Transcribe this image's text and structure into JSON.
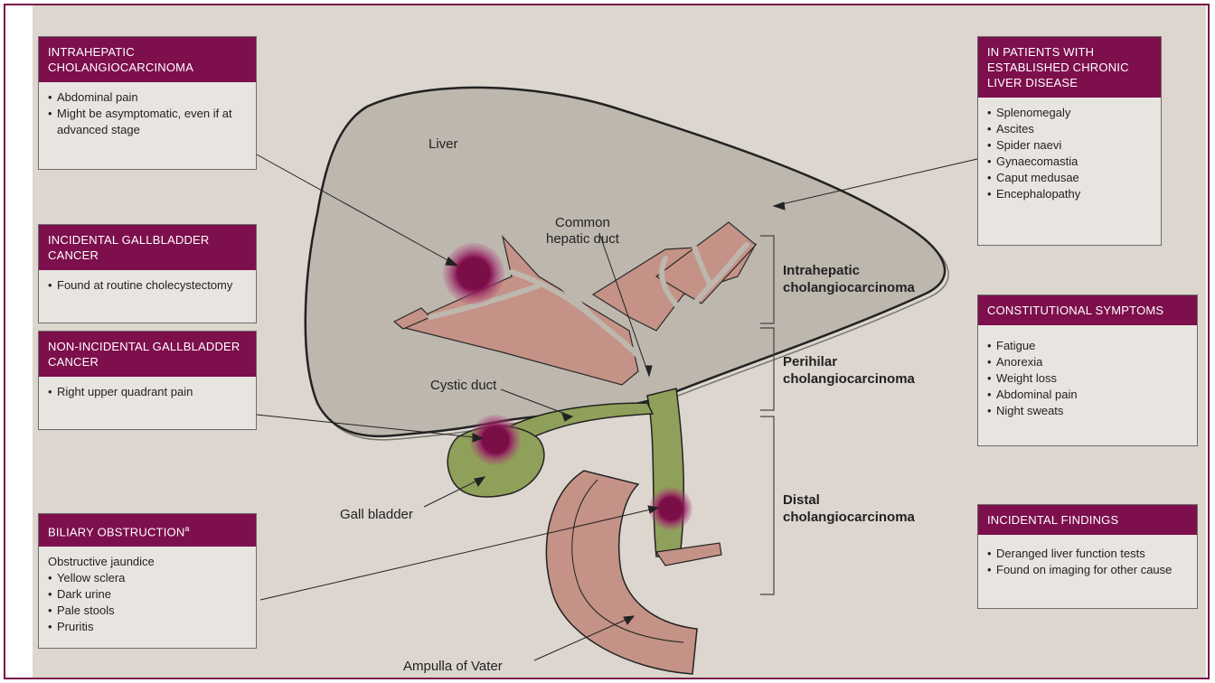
{
  "boxes": {
    "intrahepatic": {
      "title": "INTRAHEPATIC CHOLANGIOCARCINOMA",
      "items": [
        "Abdominal pain",
        "Might be asymptomatic, even if at advanced stage"
      ]
    },
    "incidental_gb": {
      "title": "INCIDENTAL GALLBLADDER CANCER",
      "items": [
        "Found at routine cholecystectomy"
      ]
    },
    "non_incidental_gb": {
      "title": "NON-INCIDENTAL GALLBLADDER CANCER",
      "items": [
        "Right upper quadrant pain"
      ]
    },
    "biliary": {
      "title": "BILIARY OBSTRUCTION",
      "title_sup": "a",
      "lead": "Obstructive jaundice",
      "items": [
        "Yellow sclera",
        "Dark urine",
        "Pale stools",
        "Pruritis"
      ]
    },
    "chronic_liver": {
      "title": "IN PATIENTS WITH ESTABLISHED CHRONIC LIVER DISEASE",
      "items": [
        "Splenomegaly",
        "Ascites",
        "Spider naevi",
        "Gynaecomastia",
        "Caput medusae",
        "Encephalopathy"
      ]
    },
    "constitutional": {
      "title": "CONSTITUTIONAL SYMPTOMS",
      "items": [
        "Fatigue",
        "Anorexia",
        "Weight loss",
        "Abdominal pain",
        "Night sweats"
      ]
    },
    "incidental_findings": {
      "title": "INCIDENTAL FINDINGS",
      "items": [
        "Deranged liver function tests",
        "Found on imaging for other cause"
      ]
    }
  },
  "labels": {
    "liver": "Liver",
    "common_hepatic_duct_1": "Common",
    "common_hepatic_duct_2": "hepatic duct",
    "cystic_duct": "Cystic duct",
    "gall_bladder": "Gall bladder",
    "ampulla": "Ampulla of Vater"
  },
  "segments": {
    "intrahepatic_1": "Intrahepatic",
    "intrahepatic_2": "cholangiocarcinoma",
    "perihilar_1": "Perihilar",
    "perihilar_2": "cholangiocarcinoma",
    "distal_1": "Distal",
    "distal_2": "cholangiocarcinoma"
  },
  "colors": {
    "header": "#7d0f4c",
    "liver": "#bdb7ae",
    "ducts": "#c49286",
    "bile_duct": "#8fa05a",
    "tumor": "#8a1454",
    "background": "#dcd6cf"
  }
}
